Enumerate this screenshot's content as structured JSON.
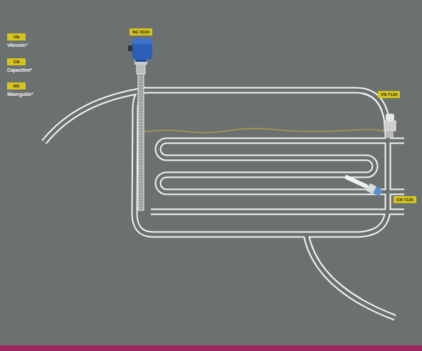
{
  "diagram": {
    "nodes": [
      {
        "text": [
          "VN",
          "Vibronic*"
        ]
      },
      {
        "text": [
          "CN",
          "Capacitive*"
        ]
      },
      {
        "text": [
          "NG",
          "Waveguide*"
        ]
      },
      {
        "text": [
          "NG 8100"
        ]
      },
      {
        "text": [
          "VN 7120"
        ]
      },
      {
        "text": [
          "CN 7120"
        ]
      }
    ]
  }
}
